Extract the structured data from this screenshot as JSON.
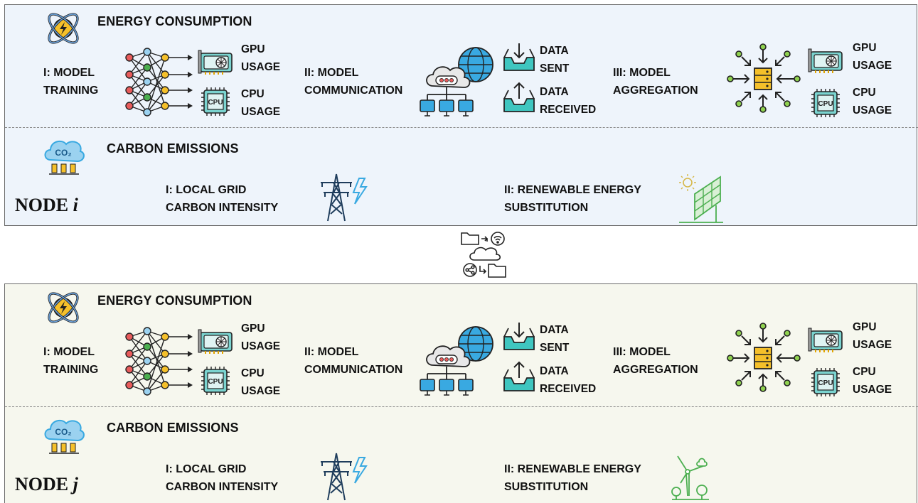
{
  "nodes": [
    {
      "id": "i",
      "node_prefix": "NODE",
      "node_var": "i",
      "energy": {
        "title": "ENERGY CONSUMPTION",
        "training_label": "I: MODEL\nTRAINING",
        "gpu_label": "GPU\nUSAGE",
        "cpu_label": "CPU\nUSAGE",
        "communication_label": "II: MODEL\nCOMMUNICATION",
        "data_sent_label": "DATA\nSENT",
        "data_received_label": "DATA\nRECEIVED",
        "aggregation_label": "III: MODEL\nAGGREGATION",
        "gpu2_label": "GPU\nUSAGE",
        "cpu2_label": "CPU\nUSAGE"
      },
      "carbon": {
        "title": "CARBON EMISSIONS",
        "grid_label": "I: LOCAL GRID\nCARBON INTENSITY",
        "renewable_label": "II: RENEWABLE ENERGY\nSUBSTITUTION",
        "renewable_icon": "solar-panel-icon"
      }
    },
    {
      "id": "j",
      "node_prefix": "NODE",
      "node_var": "j",
      "energy": {
        "title": "ENERGY CONSUMPTION",
        "training_label": "I: MODEL\nTRAINING",
        "gpu_label": "GPU\nUSAGE",
        "cpu_label": "CPU\nUSAGE",
        "communication_label": "II: MODEL\nCOMMUNICATION",
        "data_sent_label": "DATA\nSENT",
        "data_received_label": "DATA\nRECEIVED",
        "aggregation_label": "III: MODEL\nAGGREGATION",
        "gpu2_label": "GPU\nUSAGE",
        "cpu2_label": "CPU\nUSAGE"
      },
      "carbon": {
        "title": "CARBON EMISSIONS",
        "grid_label": "I: LOCAL GRID\nCARBON INTENSITY",
        "renewable_label": "II: RENEWABLE ENERGY\nSUBSTITUTION",
        "renewable_icon": "wind-turbine-icon"
      }
    }
  ],
  "icons": {
    "energy": "energy-atom-icon",
    "network": "neural-network-icon",
    "gpu": "gpu-card-icon",
    "cpu": "cpu-chip-icon",
    "cloud": "cloud-network-icon",
    "sent": "data-sent-icon",
    "received": "data-received-icon",
    "aggregation": "aggregation-server-icon",
    "co2": "co2-cloud-icon",
    "tower": "power-tower-icon",
    "exchange": "cloud-exchange-icon"
  },
  "cpu_chip_text": "CPU",
  "co2_text": "CO₂",
  "colors": {
    "panel_i_bg": "#eef4fb",
    "panel_j_bg": "#f6f7ee",
    "teal": "#3fc6c0",
    "blue": "#39a9e1",
    "orange": "#f4a52b",
    "yellow": "#f5c02a",
    "green": "#4caf50",
    "cloud_blue": "#9bd2f0"
  }
}
